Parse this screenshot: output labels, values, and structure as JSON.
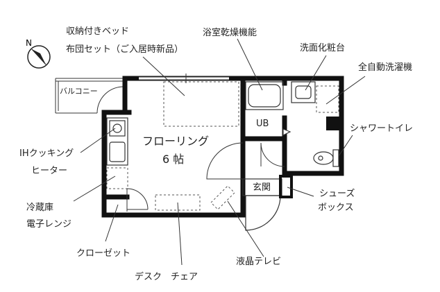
{
  "compass_letter": "N",
  "labels": {
    "bed": [
      "収納付きベッド",
      "布団セット（ご入居時新品）"
    ],
    "bathroom_dryer": "浴室乾燥機能",
    "vanity": "洗面化粧台",
    "washer": "全自動洗濯機",
    "balcony": "バルコニー",
    "ub": "UB",
    "room_name": "フローリング",
    "room_size": "6 帖",
    "shower_toilet": "シャワートイレ",
    "ih_cooking": [
      "IHクッキング",
      "ヒーター"
    ],
    "entrance": "玄関",
    "shoe_box": [
      "シューズ",
      "ボックス"
    ],
    "fridge_microwave": [
      "冷蔵庫",
      "電子レンジ"
    ],
    "closet": "クローゼット",
    "tv": "液晶テレビ",
    "desk_chair": "デスク　チェア"
  }
}
